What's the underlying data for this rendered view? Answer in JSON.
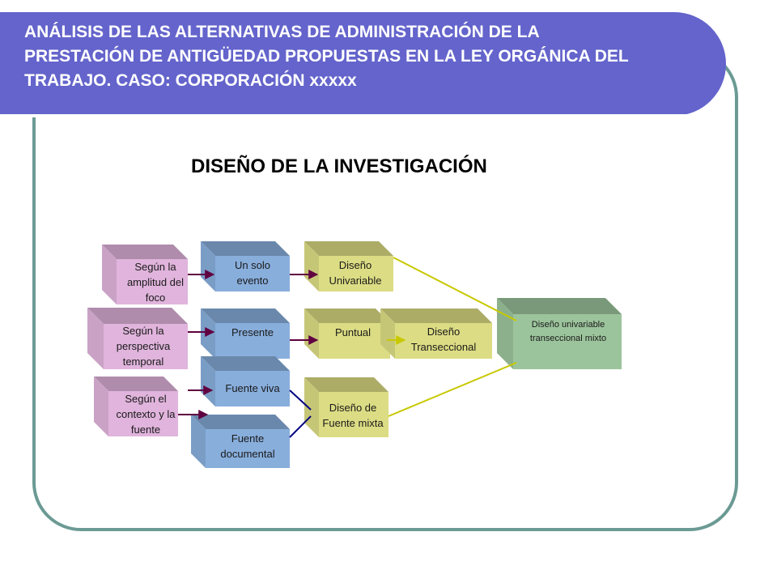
{
  "header": {
    "title": "ANÁLISIS DE LAS ALTERNATIVAS DE ADMINISTRACIÓN DE LA PRESTACIÓN DE ANTIGÜEDAD PROPUESTAS EN  LA LEY ORGÁNICA DEL TRABAJO. CASO: CORPORACIÓN xxxxx"
  },
  "diagram": {
    "subtitle": "DISEÑO DE LA INVESTIGACIÓN",
    "criteria": {
      "amplitud": "Según la amplitud del foco",
      "perspectiva": "Según la perspectiva temporal",
      "contexto": "Según el contexto y la fuente"
    },
    "options": {
      "un_solo_evento": "Un solo evento",
      "presente": "Presente",
      "fuente_viva": "Fuente viva",
      "fuente_documental": "Fuente documental"
    },
    "designs": {
      "univariable": "Diseño Univariable",
      "puntual": "Puntual",
      "transeccional": "Diseño Transeccional",
      "fuente_mixta": "Diseño de Fuente mixta"
    },
    "result": "Diseño  univariable transeccional mixto",
    "colors": {
      "banner": "#6464cc",
      "frame": "#6b9a94",
      "criteria_box": "#e0b4dc",
      "option_box": "#88aedc",
      "design_box": "#dcdc84",
      "result_box": "#9cc49c",
      "arrow": "#600040",
      "connector": "#000080",
      "result_line": "#c8c800"
    }
  }
}
